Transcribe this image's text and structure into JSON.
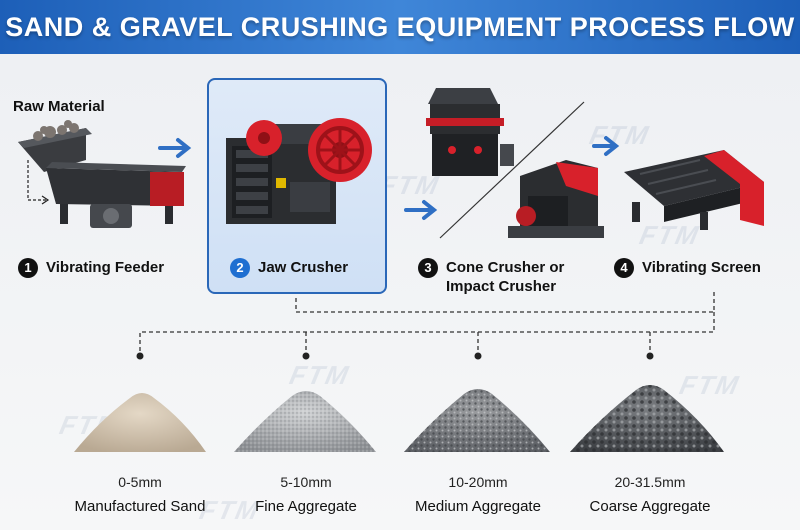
{
  "title": "SAND & GRAVEL CRUSHING EQUIPMENT PROCESS FLOW",
  "raw_material_label": "Raw Material",
  "watermark": "FTM",
  "steps": [
    {
      "number": "1",
      "label_line1": "Vibrating Feeder",
      "label_line2": ""
    },
    {
      "number": "2",
      "label_line1": "Jaw Crusher",
      "label_line2": ""
    },
    {
      "number": "3",
      "label_line1": "Cone Crusher or",
      "label_line2": "Impact Crusher"
    },
    {
      "number": "4",
      "label_line1": "Vibrating Screen",
      "label_line2": ""
    }
  ],
  "products": [
    {
      "range": "0-5mm",
      "name": "Manufactured Sand"
    },
    {
      "range": "5-10mm",
      "name": "Fine Aggregate"
    },
    {
      "range": "10-20mm",
      "name": "Medium Aggregate"
    },
    {
      "range": "20-31.5mm",
      "name": "Coarse Aggregate"
    }
  ],
  "colors": {
    "banner": "#2a74cc",
    "arrow": "#2f6fc4",
    "machine_red": "#d8212b",
    "machine_dark": "#2b2d30",
    "highlight_border": "#2a67b8"
  }
}
